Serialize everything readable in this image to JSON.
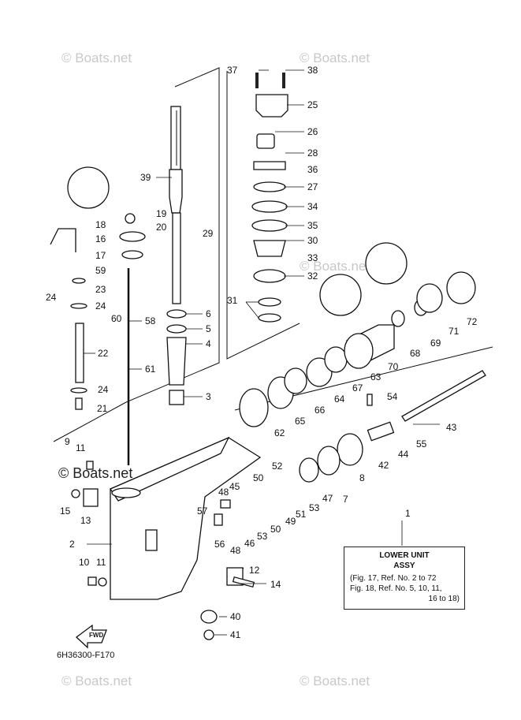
{
  "watermark": "© Boats.net",
  "diagram_code": "6H36300-F170",
  "fwd_arrow_text": "FWD",
  "assy_box": {
    "title_line1": "LOWER UNIT",
    "title_line2": "ASSY",
    "note_line1": "(Fig. 17, Ref. No. 2 to 72",
    "note_line2": "Fig. 18, Ref. No. 5, 10, 11,",
    "note_line3": "16 to 18)"
  },
  "callouts": {
    "c1": "1",
    "c2": "2",
    "c3": "3",
    "c4": "4",
    "c5": "5",
    "c6": "6",
    "c7": "7",
    "c8": "8",
    "c9": "9",
    "c10": "10",
    "c11a": "11",
    "c11b": "11",
    "c12": "12",
    "c13": "13",
    "c14": "14",
    "c15": "15",
    "c16": "16",
    "c17": "17",
    "c18": "18",
    "c19": "19",
    "c20": "20",
    "c21": "21",
    "c22": "22",
    "c23": "23",
    "c24a": "24",
    "c24b": "24",
    "c24c": "24",
    "c25": "25",
    "c26": "26",
    "c27": "27",
    "c28": "28",
    "c29": "29",
    "c30": "30",
    "c31": "31",
    "c32": "32",
    "c33": "33",
    "c34": "34",
    "c35": "35",
    "c36": "36",
    "c37": "37",
    "c38": "38",
    "c39": "39",
    "c40": "40",
    "c41": "41",
    "c42": "42",
    "c43": "43",
    "c44": "44",
    "c45": "45",
    "c46": "46",
    "c47": "47",
    "c48a": "48",
    "c48b": "48",
    "c49": "49",
    "c50a": "50",
    "c50b": "50",
    "c51": "51",
    "c52": "52",
    "c53a": "53",
    "c53b": "53",
    "c54": "54",
    "c55": "55",
    "c56": "56",
    "c57": "57",
    "c58": "58",
    "c59": "59",
    "c60": "60",
    "c61": "61",
    "c62": "62",
    "c63": "63",
    "c64": "64",
    "c65": "65",
    "c66": "66",
    "c67": "67",
    "c68": "68",
    "c69": "69",
    "c70": "70",
    "c71": "71",
    "c72": "72"
  }
}
